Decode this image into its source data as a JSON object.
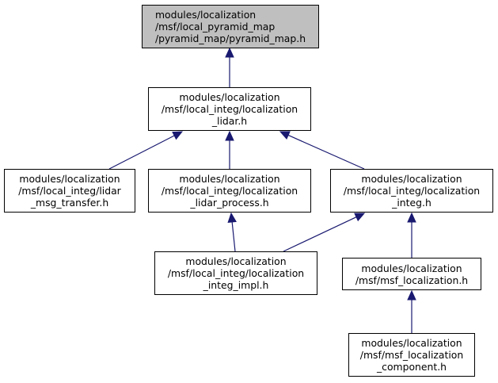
{
  "colors": {
    "edge": "#191970",
    "root_fill": "#bfbfbf",
    "node_fill": "#ffffff",
    "border": "#000000"
  },
  "nodes": {
    "pyramid_map": {
      "label": "modules/localization\n/msf/local_pyramid_map\n/pyramid_map/pyramid_map.h"
    },
    "localization_lidar": {
      "label": "modules/localization\n/msf/local_integ/localization\n_lidar.h"
    },
    "lidar_msg_transfer": {
      "label": "modules/localization\n/msf/local_integ/lidar\n_msg_transfer.h"
    },
    "localization_lidar_process": {
      "label": "modules/localization\n/msf/local_integ/localization\n_lidar_process.h"
    },
    "localization_integ": {
      "label": "modules/localization\n/msf/local_integ/localization\n_integ.h"
    },
    "localization_integ_impl": {
      "label": "modules/localization\n/msf/local_integ/localization\n_integ_impl.h"
    },
    "msf_localization": {
      "label": "modules/localization\n/msf/msf_localization.h"
    },
    "msf_localization_component": {
      "label": "modules/localization\n/msf/msf_localization\n_component.h"
    }
  },
  "edges": [
    {
      "from": "localization_lidar",
      "to": "pyramid_map"
    },
    {
      "from": "lidar_msg_transfer",
      "to": "localization_lidar"
    },
    {
      "from": "localization_lidar_process",
      "to": "localization_lidar"
    },
    {
      "from": "localization_integ",
      "to": "localization_lidar"
    },
    {
      "from": "localization_integ_impl",
      "to": "localization_lidar_process"
    },
    {
      "from": "localization_integ_impl",
      "to": "localization_integ"
    },
    {
      "from": "msf_localization",
      "to": "localization_integ"
    },
    {
      "from": "msf_localization_component",
      "to": "msf_localization"
    }
  ]
}
